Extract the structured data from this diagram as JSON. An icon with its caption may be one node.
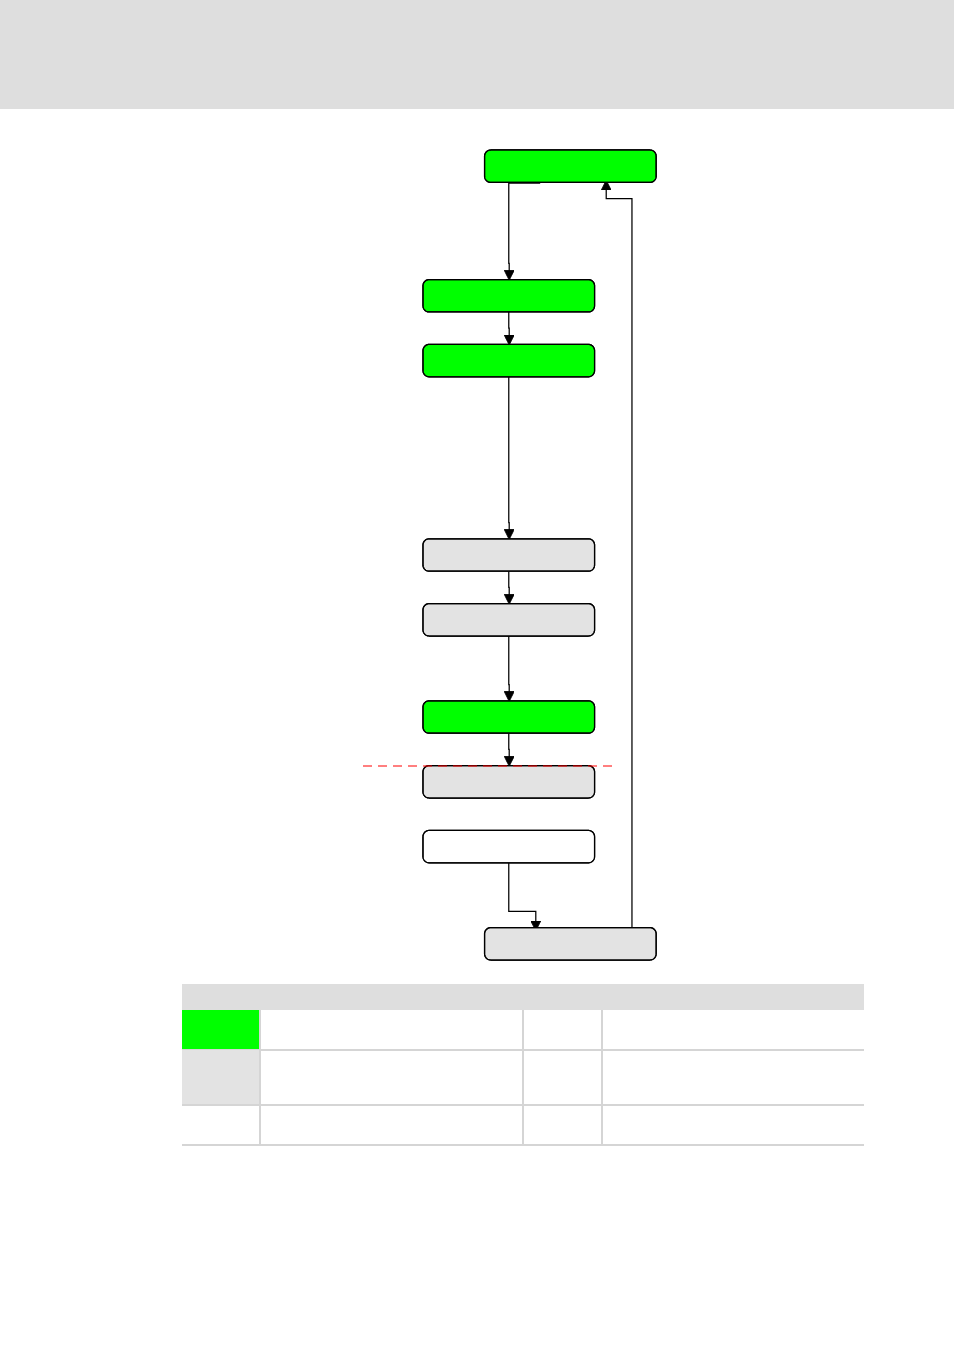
{
  "diagram": {
    "nodes": [
      {
        "text": [],
        "shape": "box"
      },
      {
        "text": [],
        "shape": "box"
      },
      {
        "text": [],
        "shape": "box"
      },
      {
        "text": [],
        "shape": "box"
      },
      {
        "text": [],
        "shape": "box"
      },
      {
        "text": [],
        "shape": "box"
      },
      {
        "text": [],
        "shape": "box"
      },
      {
        "text": [],
        "shape": "box"
      },
      {
        "text": [],
        "shape": "box"
      }
    ],
    "edges": [
      {
        "from": 0,
        "to": 1,
        "arrow": "to"
      },
      {
        "from": 1,
        "to": 2,
        "arrow": "to"
      },
      {
        "from": 2,
        "to": 3,
        "arrow": "to"
      },
      {
        "from": 3,
        "to": 4,
        "arrow": "to"
      },
      {
        "from": 4,
        "to": 5,
        "arrow": "to"
      },
      {
        "from": 5,
        "to": 6,
        "arrow": "to"
      },
      {
        "from": 7,
        "to": 8,
        "arrow": "to"
      },
      {
        "from": 8,
        "to": 0,
        "arrow": "to"
      }
    ]
  }
}
